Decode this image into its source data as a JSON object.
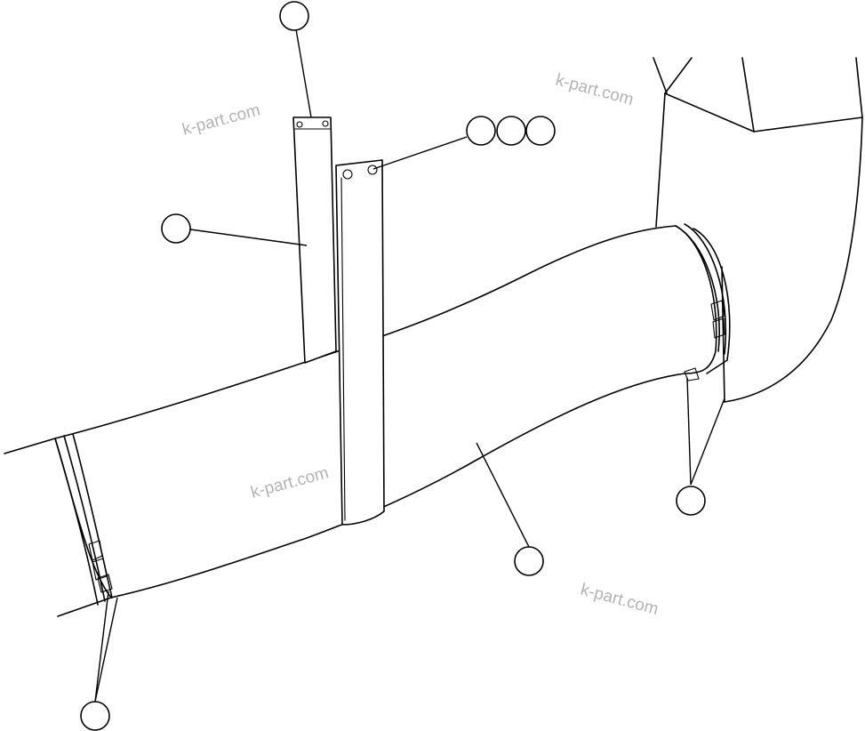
{
  "diagram": {
    "watermarks": [
      "k-part.com",
      "k-part.com",
      "k-part.com",
      "k-part.com"
    ],
    "callouts": [
      {
        "id": "callout-top-bracket",
        "label": ""
      },
      {
        "id": "callout-bolt-1",
        "label": ""
      },
      {
        "id": "callout-bolt-2",
        "label": ""
      },
      {
        "id": "callout-bolt-3",
        "label": ""
      },
      {
        "id": "callout-left-bracket",
        "label": ""
      },
      {
        "id": "callout-air-duct",
        "label": ""
      },
      {
        "id": "callout-right-clamp",
        "label": ""
      },
      {
        "id": "callout-left-clamp",
        "label": ""
      }
    ],
    "colors": {
      "ink": "#000000",
      "background": "#ffffff",
      "watermark": "#b3b3b3"
    }
  }
}
